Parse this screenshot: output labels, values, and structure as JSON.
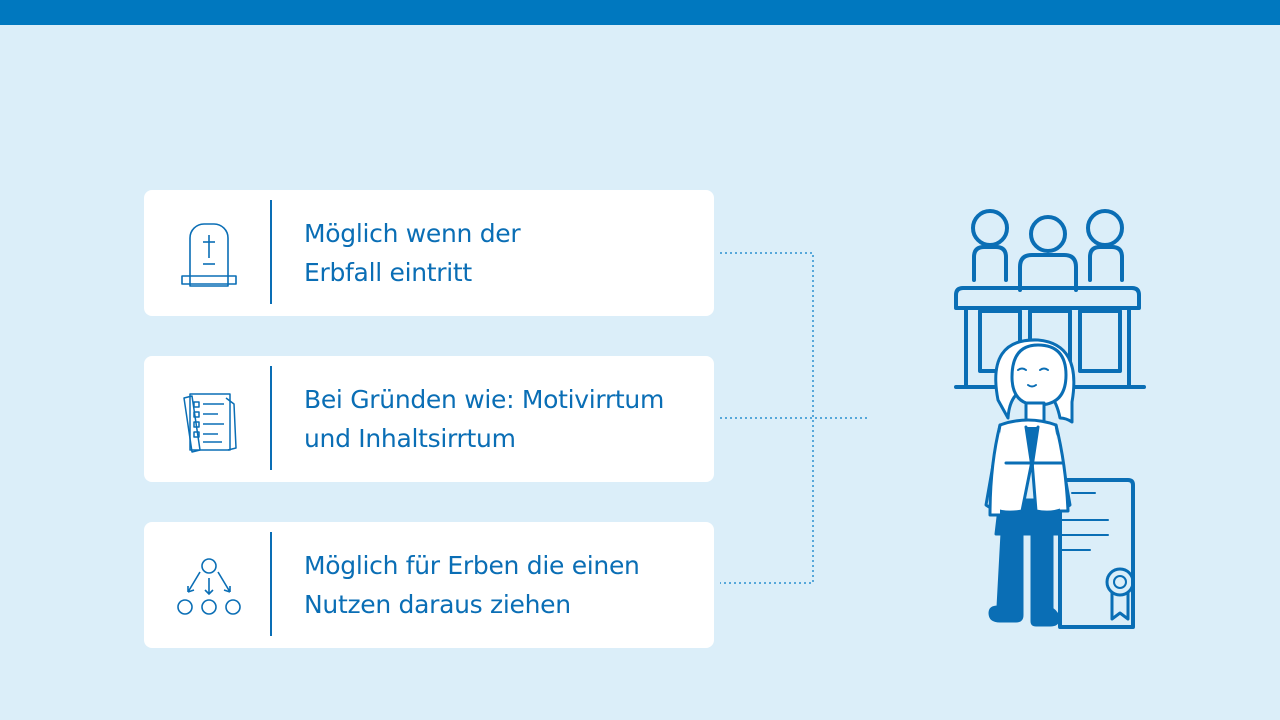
{
  "colors": {
    "accent": "#0a6eb5",
    "background": "#dbeef9",
    "top_bar": "#0078bf",
    "card": "#ffffff"
  },
  "items": [
    {
      "icon": "gravestone-icon",
      "line1": "Möglich wenn der",
      "line2": "Erbfall eintritt"
    },
    {
      "icon": "checklist-document-icon",
      "line1": "Bei Gründen wie: Motivirrtum",
      "line2": "und Inhaltsirrtum"
    },
    {
      "icon": "hierarchy-icon",
      "line1": "Möglich für Erben die einen",
      "line2": "Nutzen daraus ziehen"
    }
  ],
  "illustration": "court-judges-woman-certificate-icon"
}
